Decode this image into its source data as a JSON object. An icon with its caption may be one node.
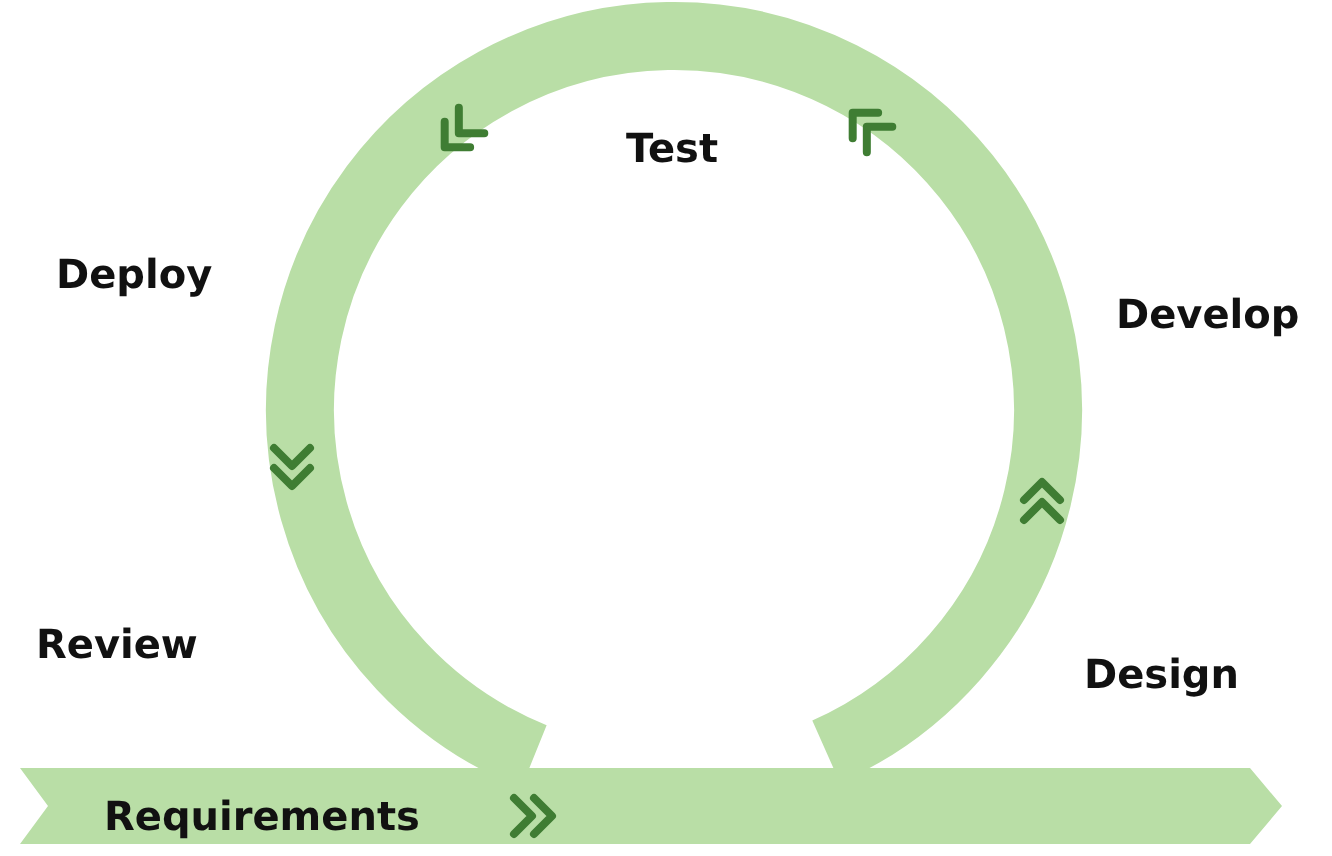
{
  "diagram": {
    "labels": [
      "Test",
      "Deploy",
      "Develop",
      "Review",
      "Design",
      "Requirements"
    ]
  }
}
